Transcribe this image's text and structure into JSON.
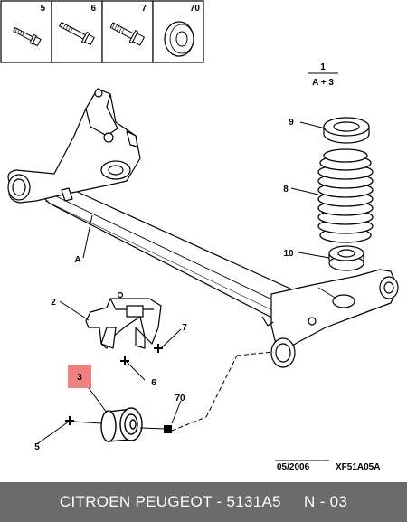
{
  "header_parts": [
    {
      "number": "5"
    },
    {
      "number": "6"
    },
    {
      "number": "7"
    },
    {
      "number": "70"
    }
  ],
  "ratio": {
    "top": "1",
    "bottom": "A + 3"
  },
  "callouts": {
    "c9": "9",
    "c8": "8",
    "c10": "10",
    "cA": "A",
    "c2": "2",
    "c7": "7",
    "c6": "6",
    "c3": "3",
    "c70": "70",
    "c5": "5"
  },
  "date_code": "05/2006",
  "ref_code": "XF51A05A",
  "footer_text": "CITROEN PEUGEOT - 5131A5     N - 03",
  "highlight_color": "#f08080"
}
